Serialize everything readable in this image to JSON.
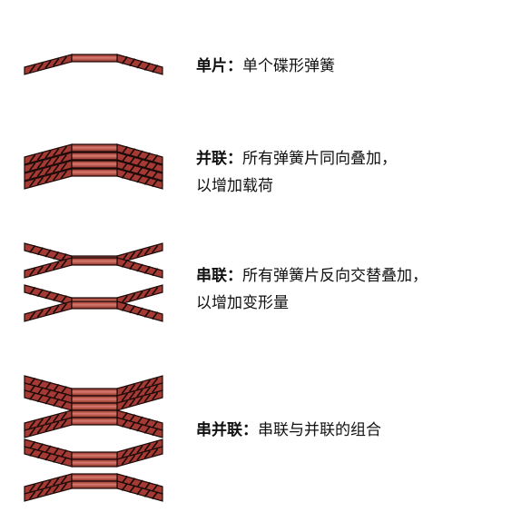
{
  "rows": [
    {
      "term": "单片：",
      "text": "单个碟形弹簧",
      "line2": ""
    },
    {
      "term": "并联：",
      "text": "所有弹簧片同向叠加，",
      "line2": "以增加载荷"
    },
    {
      "term": "串联：",
      "text": "所有弹簧片反向交替叠加，",
      "line2": "以增加变形量"
    },
    {
      "term": "串并联：",
      "text": "串联与并联的组合",
      "line2": ""
    }
  ],
  "colors": {
    "spring_fill": "#a53a34",
    "spring_highlight": "#d87a6c",
    "spring_outline": "#1a0a08",
    "hatch": "#1a0a08"
  }
}
